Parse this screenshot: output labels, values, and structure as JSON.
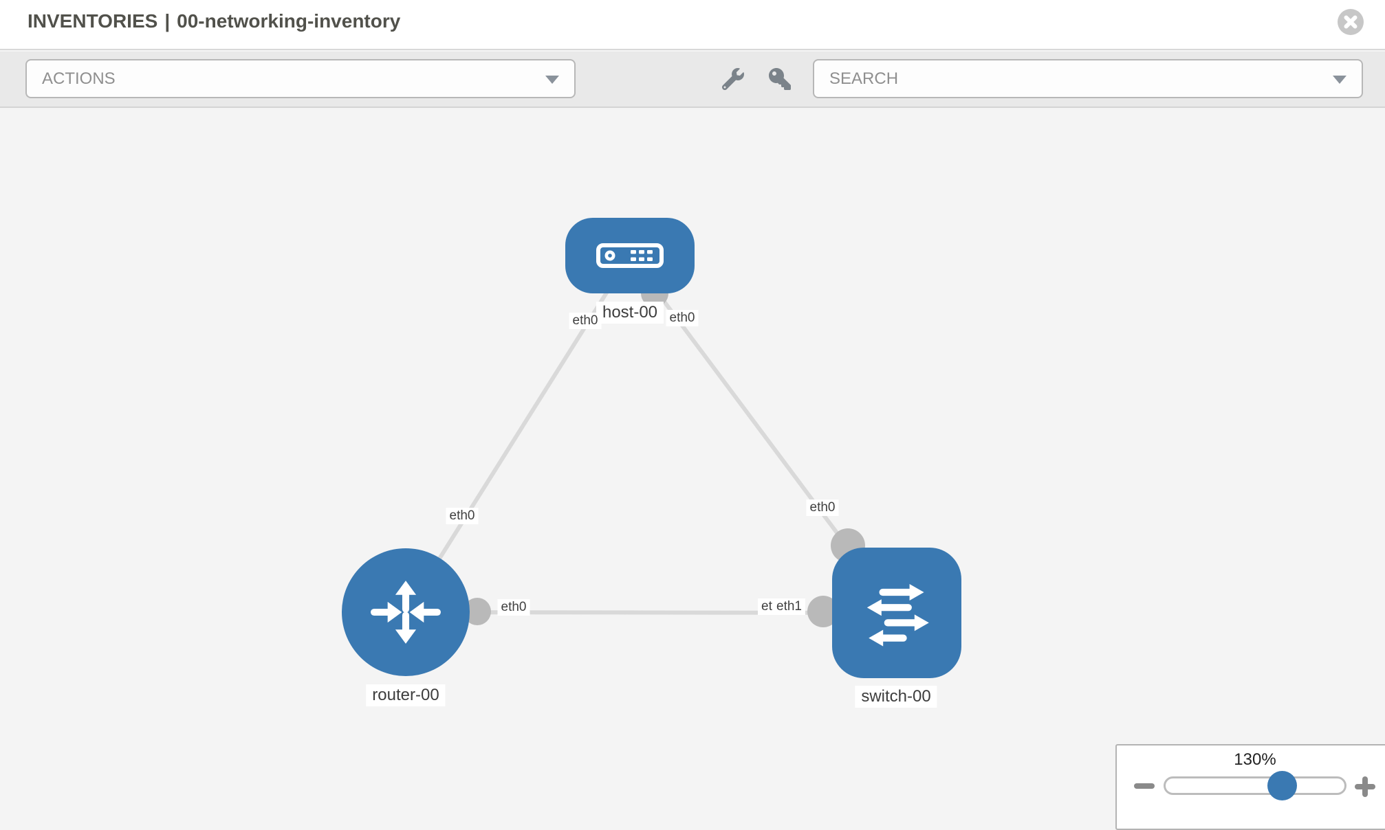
{
  "header": {
    "section": "INVENTORIES",
    "separator": "|",
    "inventory_name": "00-networking-inventory"
  },
  "toolbar": {
    "actions_placeholder": "ACTIONS",
    "search_placeholder": "SEARCH"
  },
  "topology": {
    "nodes": [
      {
        "id": "host-00",
        "type": "host",
        "label": "host-00"
      },
      {
        "id": "router-00",
        "type": "router",
        "label": "router-00"
      },
      {
        "id": "switch-00",
        "type": "switch",
        "label": "switch-00"
      }
    ],
    "links": [
      {
        "source": "host-00",
        "target": "router-00",
        "source_interface": "eth0",
        "target_interface": "eth0"
      },
      {
        "source": "host-00",
        "target": "switch-00",
        "source_interface": "eth0",
        "target_interface": "eth0"
      },
      {
        "source": "router-00",
        "target": "switch-00",
        "source_interface": "eth0",
        "target_interface": "eth1",
        "target_interface_overlapped": "eth0"
      }
    ]
  },
  "zoom_control": {
    "value": "130%"
  },
  "colors": {
    "node_blue": "#3a79b2",
    "link_gray": "#d9d9d9",
    "interface_dot_gray": "#b9b9b9",
    "toolbar_gray": "#e9e9e9",
    "icon_gray": "#7b838a"
  }
}
